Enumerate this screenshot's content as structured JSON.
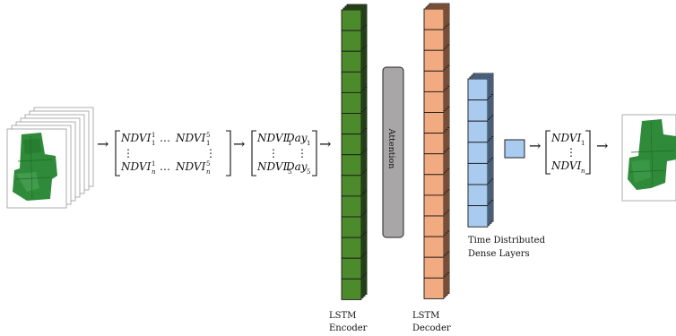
{
  "colors": {
    "encoder_face": "#4c8a2c",
    "encoder_dark": "#2e5e18",
    "decoder_face": "#f2ab80",
    "decoder_dark": "#c67a52",
    "dense_face": "#a9cbef",
    "dense_dark": "#6e97c8",
    "attention_fill": "#a8a6a6",
    "leaf_green": "#2f8a3a"
  },
  "icons": {
    "input_field": "field-image-icon",
    "output_field": "field-image-icon"
  },
  "arrow_glyph": "→",
  "ellipsis": "…",
  "vdots": "⋮",
  "matrix1": {
    "tl_base": "NDVI",
    "tl_sup": "1",
    "tl_sub": "1",
    "tr_base": "NDVI",
    "tr_sup": "5",
    "tr_sub": "1",
    "bl_base": "NDVI",
    "bl_sup": "1",
    "bl_sub": "n",
    "br_base": "NDVI",
    "br_sup": "5",
    "br_sub": "n"
  },
  "matrix2": {
    "tl_base": "NDVI",
    "tl_sub": "1",
    "tr_base": "Day",
    "tr_sub": "1",
    "bl_base": "NDVI",
    "bl_sub": "5",
    "br_base": "Day",
    "br_sub": "5"
  },
  "vector": {
    "top_base": "NDVI",
    "top_sub": "1",
    "bottom_base": "NDVI",
    "bottom_sub": "n"
  },
  "attention_label": "Attention",
  "encoder_label": [
    "LSTM",
    "Encoder"
  ],
  "decoder_label": [
    "LSTM",
    "Decoder"
  ],
  "dense_label": [
    "Time Distributed",
    "Dense Layers"
  ]
}
